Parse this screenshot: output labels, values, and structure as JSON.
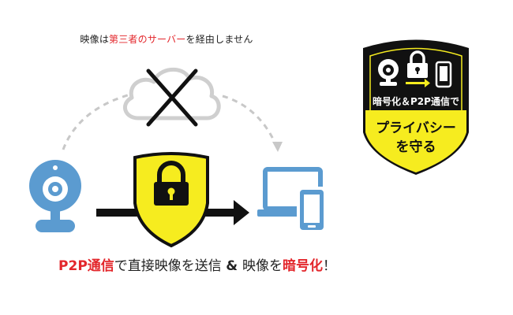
{
  "top_caption": {
    "prefix": "映像は",
    "highlight": "第三者のサーバー",
    "suffix": "を経由しません"
  },
  "bottom_caption": {
    "part1": "P2P通信",
    "part2": "で直接映像を送信 ",
    "part3": "& ",
    "part4": "映像を",
    "part5": "暗号化",
    "part6": "！"
  },
  "badge": {
    "line1": "暗号化＆P2P通信で",
    "line2": "プライバシー",
    "line3": "を守る"
  },
  "colors": {
    "accent_red": "#e3262b",
    "shield_yellow": "#f6ec1f",
    "device_blue": "#5b9bd0",
    "cloud_gray": "#cfcfcf",
    "dash_gray": "#c8c8c8"
  },
  "icons": [
    "cloud-icon",
    "blocked-x-icon",
    "webcam-icon",
    "lock-shield-icon",
    "arrow-right-icon",
    "laptop-icon",
    "smartphone-icon"
  ]
}
